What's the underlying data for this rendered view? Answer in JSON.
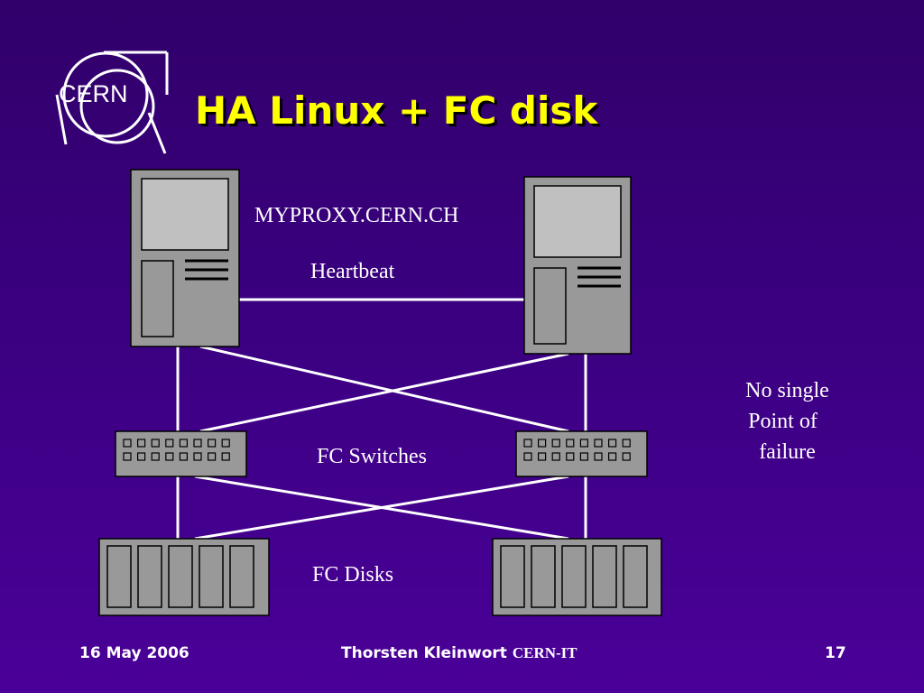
{
  "slide": {
    "title": "HA Linux + FC disk",
    "logo_text": "CERN",
    "colors": {
      "background": "#3a0080",
      "title": "#ffff00",
      "text": "#ffffff",
      "device_fill": "#999999",
      "screen_fill": "#c0c0c0"
    }
  },
  "diagram": {
    "server_label": "MYPROXY.CERN.CH",
    "heartbeat_label": "Heartbeat",
    "switches_label": "FC Switches",
    "disks_label": "FC Disks",
    "note_lines": [
      "No single",
      "Point of",
      "failure"
    ]
  },
  "footer": {
    "date": "16 May 2006",
    "author": "Thorsten Kleinwort",
    "org": "CERN-IT",
    "page": "17"
  }
}
